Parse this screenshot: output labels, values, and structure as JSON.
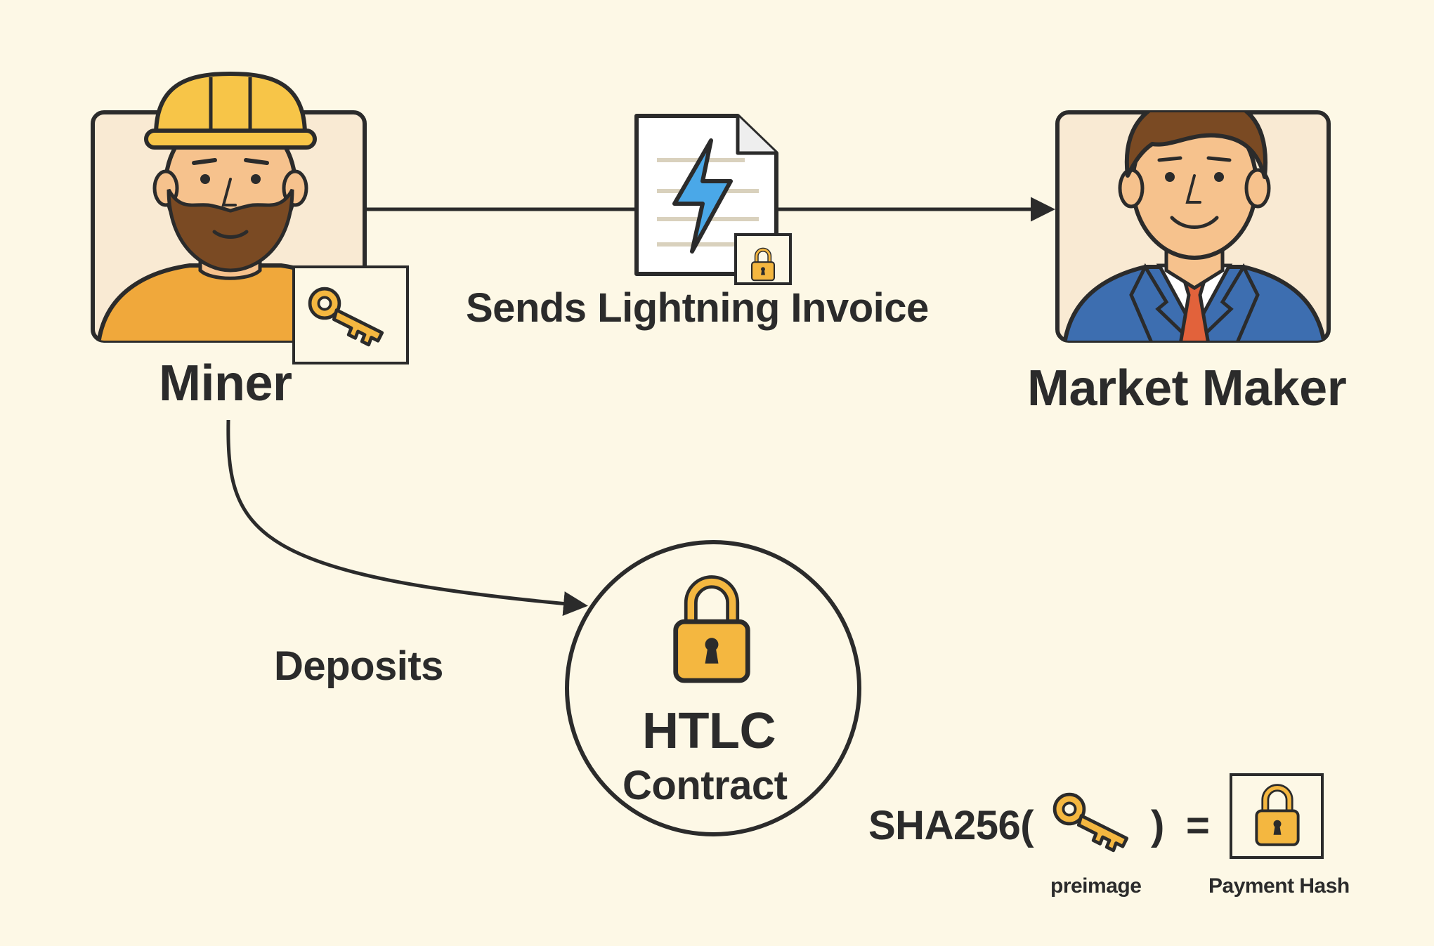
{
  "actors": {
    "miner": {
      "label": "Miner"
    },
    "market_maker": {
      "label": "Market Maker"
    }
  },
  "flows": {
    "invoice": {
      "label": "Sends Lightning Invoice"
    },
    "deposit": {
      "label": "Deposits"
    }
  },
  "contract": {
    "title": "HTLC",
    "subtitle": "Contract"
  },
  "formula": {
    "function": "SHA256(",
    "close": ")",
    "equals": "=",
    "preimage_label": "preimage",
    "hash_label": "Payment Hash"
  },
  "colors": {
    "background": "#fdf8e6",
    "gold": "#f4b740",
    "outline": "#2b2b2b",
    "lightning_blue": "#4aa8e8",
    "suit_blue": "#3d6eb0",
    "tie_red": "#e2623b"
  },
  "icons": {
    "miner": "miner-avatar-icon",
    "market_maker": "businessman-avatar-icon",
    "invoice": "lightning-invoice-document-icon",
    "key": "key-icon",
    "lock": "padlock-icon"
  }
}
